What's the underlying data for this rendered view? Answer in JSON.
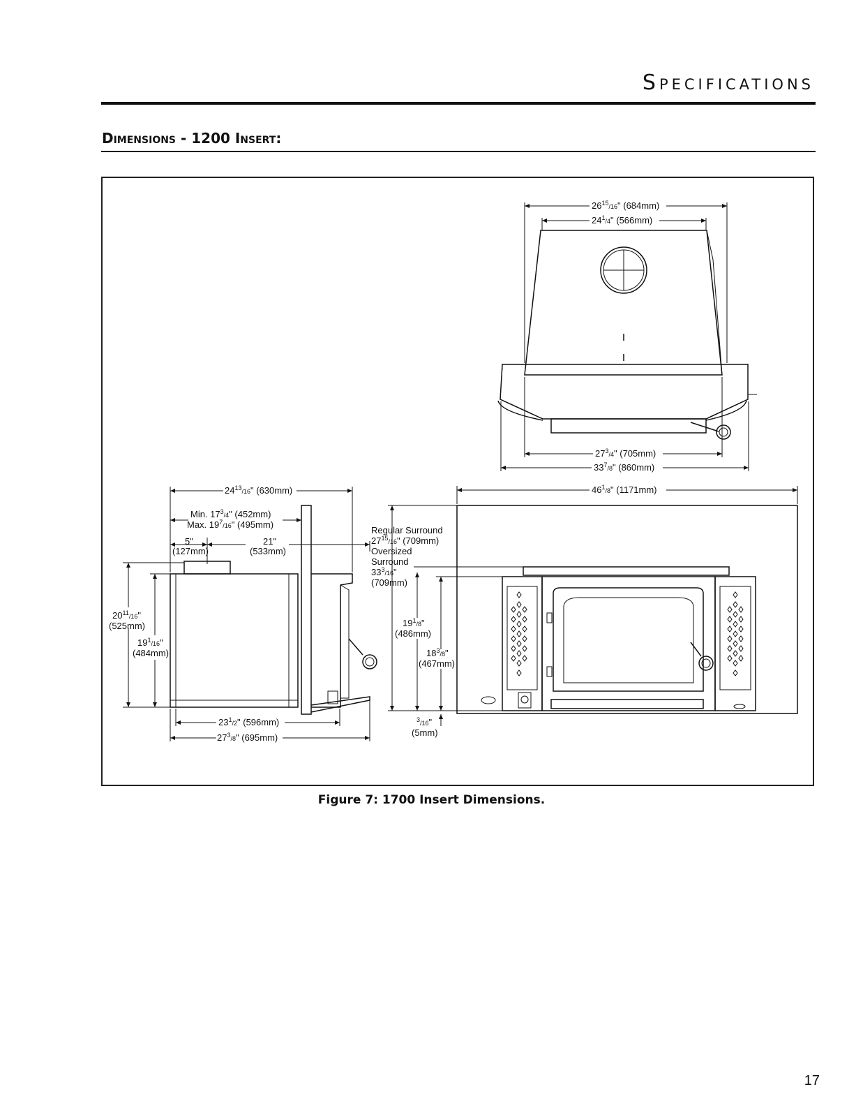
{
  "page": {
    "title": "Specifications",
    "section_heading": "Dimensions - 1200 Insert:",
    "figure_caption": "Figure 7: 1700 Insert Dimensions.",
    "page_number": "17"
  },
  "dimensions": {
    "top_outer_width": {
      "whole": "26",
      "num": "15",
      "den": "16",
      "rest": "\" (684mm)"
    },
    "top_inner_width": {
      "whole": "24",
      "num": "1",
      "den": "4",
      "rest": "\" (566mm)"
    },
    "top_body_width": {
      "whole": "27",
      "num": "3",
      "den": "4",
      "rest": "\" (705mm)"
    },
    "top_overall_width": {
      "whole": "33",
      "num": "7",
      "den": "8",
      "rest": "\" (860mm)"
    },
    "front_surround_width": {
      "whole": "46",
      "num": "1",
      "den": "8",
      "rest": "\" (1171mm)"
    },
    "side_overall_depth": {
      "whole": "24",
      "num": "13",
      "den": "16",
      "rest": "\" (630mm)"
    },
    "side_depth_min": {
      "text1": "Min. 17",
      "num": "3",
      "den": "4",
      "rest": "\" (452mm)"
    },
    "side_depth_max": {
      "text1": "Max. 19",
      "num": "7",
      "den": "16",
      "rest": "\" (495mm)"
    },
    "side_5in": "5\"",
    "side_5in_mm": "(127mm)",
    "side_21in": "21\"",
    "side_21in_mm": "(533mm)",
    "side_height_total": {
      "whole": "20",
      "num": "11",
      "den": "16",
      "rest": "\""
    },
    "side_height_total_mm": "(525mm)",
    "side_height_body": {
      "whole": "19",
      "num": "1",
      "den": "16",
      "rest": "\""
    },
    "side_height_body_mm": "(484mm)",
    "side_bottom_depth": {
      "whole": "23",
      "num": "1",
      "den": "2",
      "rest": "\" (596mm)"
    },
    "side_overall_bottom": {
      "whole": "27",
      "num": "3",
      "den": "8",
      "rest": "\" (695mm)"
    },
    "regular_surround_label": "Regular Surround",
    "regular_surround": {
      "whole": "27",
      "num": "15",
      "den": "16",
      "rest": "\" (709mm)"
    },
    "oversized_label_1": "Oversized",
    "oversized_label_2": "Surround",
    "oversized_surround": {
      "whole": "33",
      "num": "3",
      "den": "16",
      "rest": "\""
    },
    "oversized_surround_mm": "(709mm)",
    "front_height_1": {
      "whole": "19",
      "num": "1",
      "den": "8",
      "rest": "\""
    },
    "front_height_1_mm": "(486mm)",
    "front_height_2": {
      "whole": "18",
      "num": "3",
      "den": "8",
      "rest": "\""
    },
    "front_height_2_mm": "(467mm)",
    "front_gap": {
      "whole": "",
      "num": "3",
      "den": "16",
      "rest": "\""
    },
    "front_gap_mm": "(5mm)"
  }
}
